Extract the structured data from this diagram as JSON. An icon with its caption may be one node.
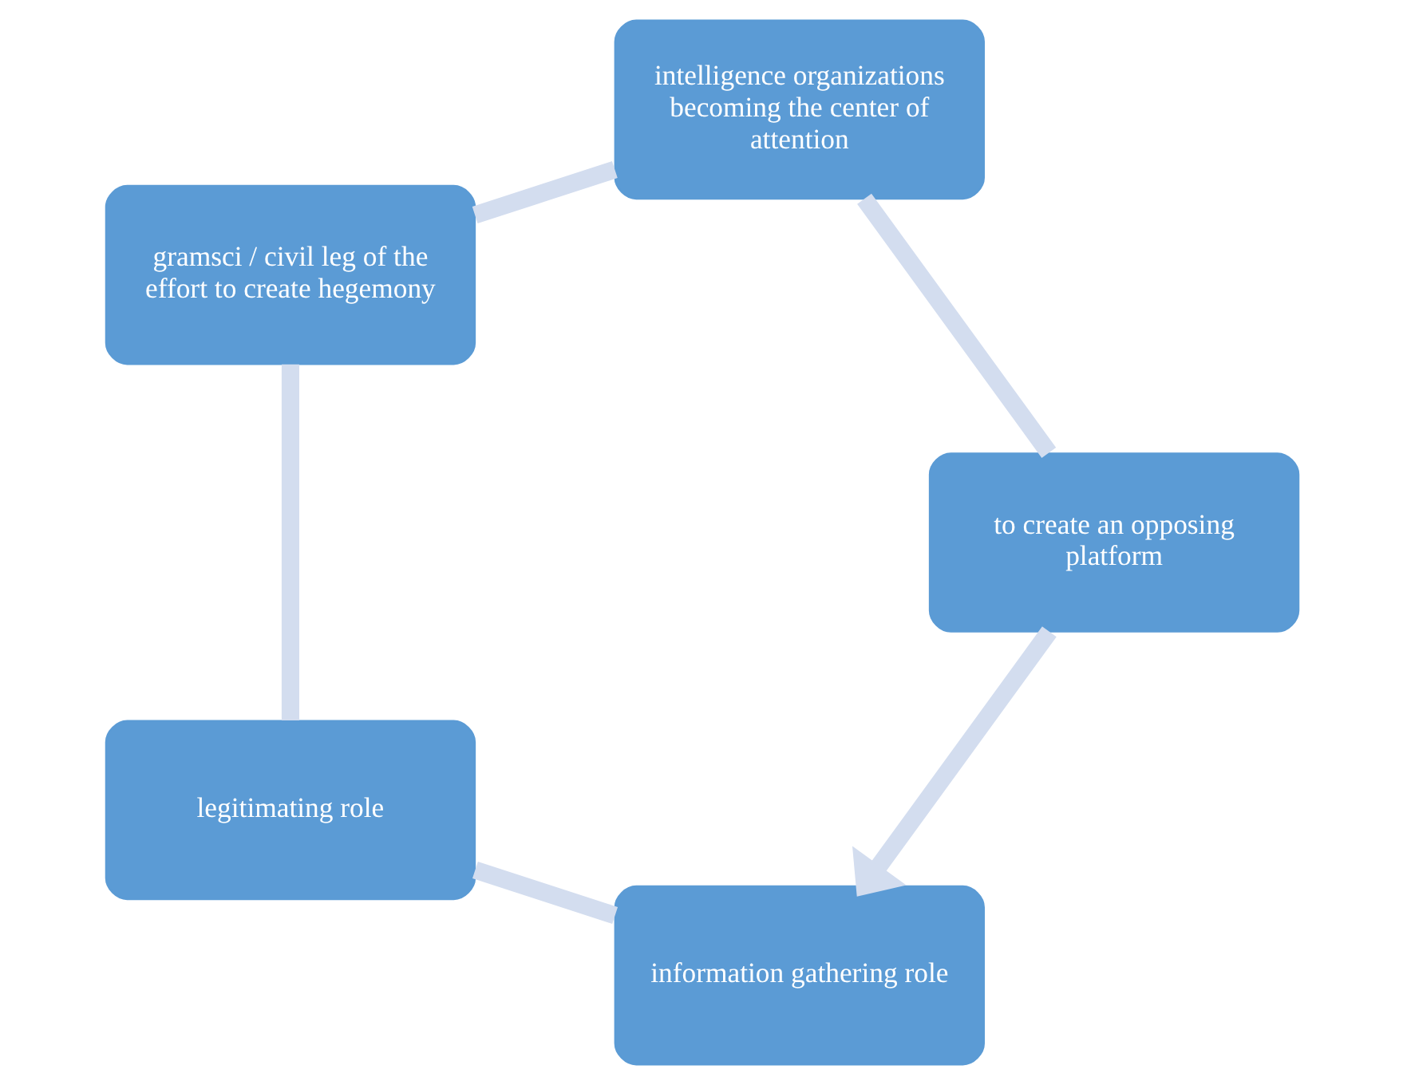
{
  "diagram": {
    "nodes": [
      {
        "text": [
          "information gathering role"
        ]
      },
      {
        "text": [
          "legitimating role"
        ]
      },
      {
        "text": [
          "gramsci / civil leg of the effort to create hegemony"
        ]
      },
      {
        "text": [
          "intelligence organizations becoming the center of attention"
        ]
      },
      {
        "text": [
          "to create an opposing platform"
        ]
      }
    ],
    "edges": [
      {
        "from": 0,
        "to": 1,
        "arrow": "none"
      },
      {
        "from": 1,
        "to": 2,
        "arrow": "none"
      },
      {
        "from": 2,
        "to": 3,
        "arrow": "none"
      },
      {
        "from": 3,
        "to": 4,
        "arrow": "none"
      },
      {
        "from": 4,
        "to": 0,
        "arrow": "to"
      }
    ]
  }
}
